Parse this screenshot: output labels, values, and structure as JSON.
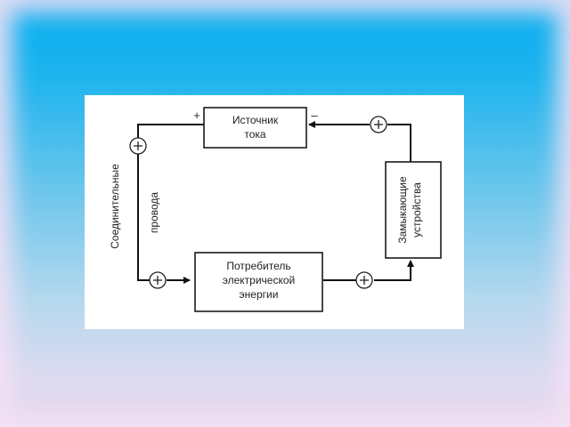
{
  "diagram": {
    "source_box": {
      "line1": "Источник",
      "line2": "тока"
    },
    "consumer_box": {
      "line1": "Потребитель",
      "line2": "электрической",
      "line3": "энергии"
    },
    "switch_box": {
      "line1": "Замыкающие",
      "line2": "устройства"
    },
    "label_wires_1": "Соединительные",
    "label_wires_2": "провода",
    "sign_plus": "+",
    "sign_minus": "–"
  },
  "colors": {
    "background_top": "#06aef0",
    "background_bottom": "#e6d8ee",
    "panel": "#ffffff",
    "line": "#111111"
  }
}
